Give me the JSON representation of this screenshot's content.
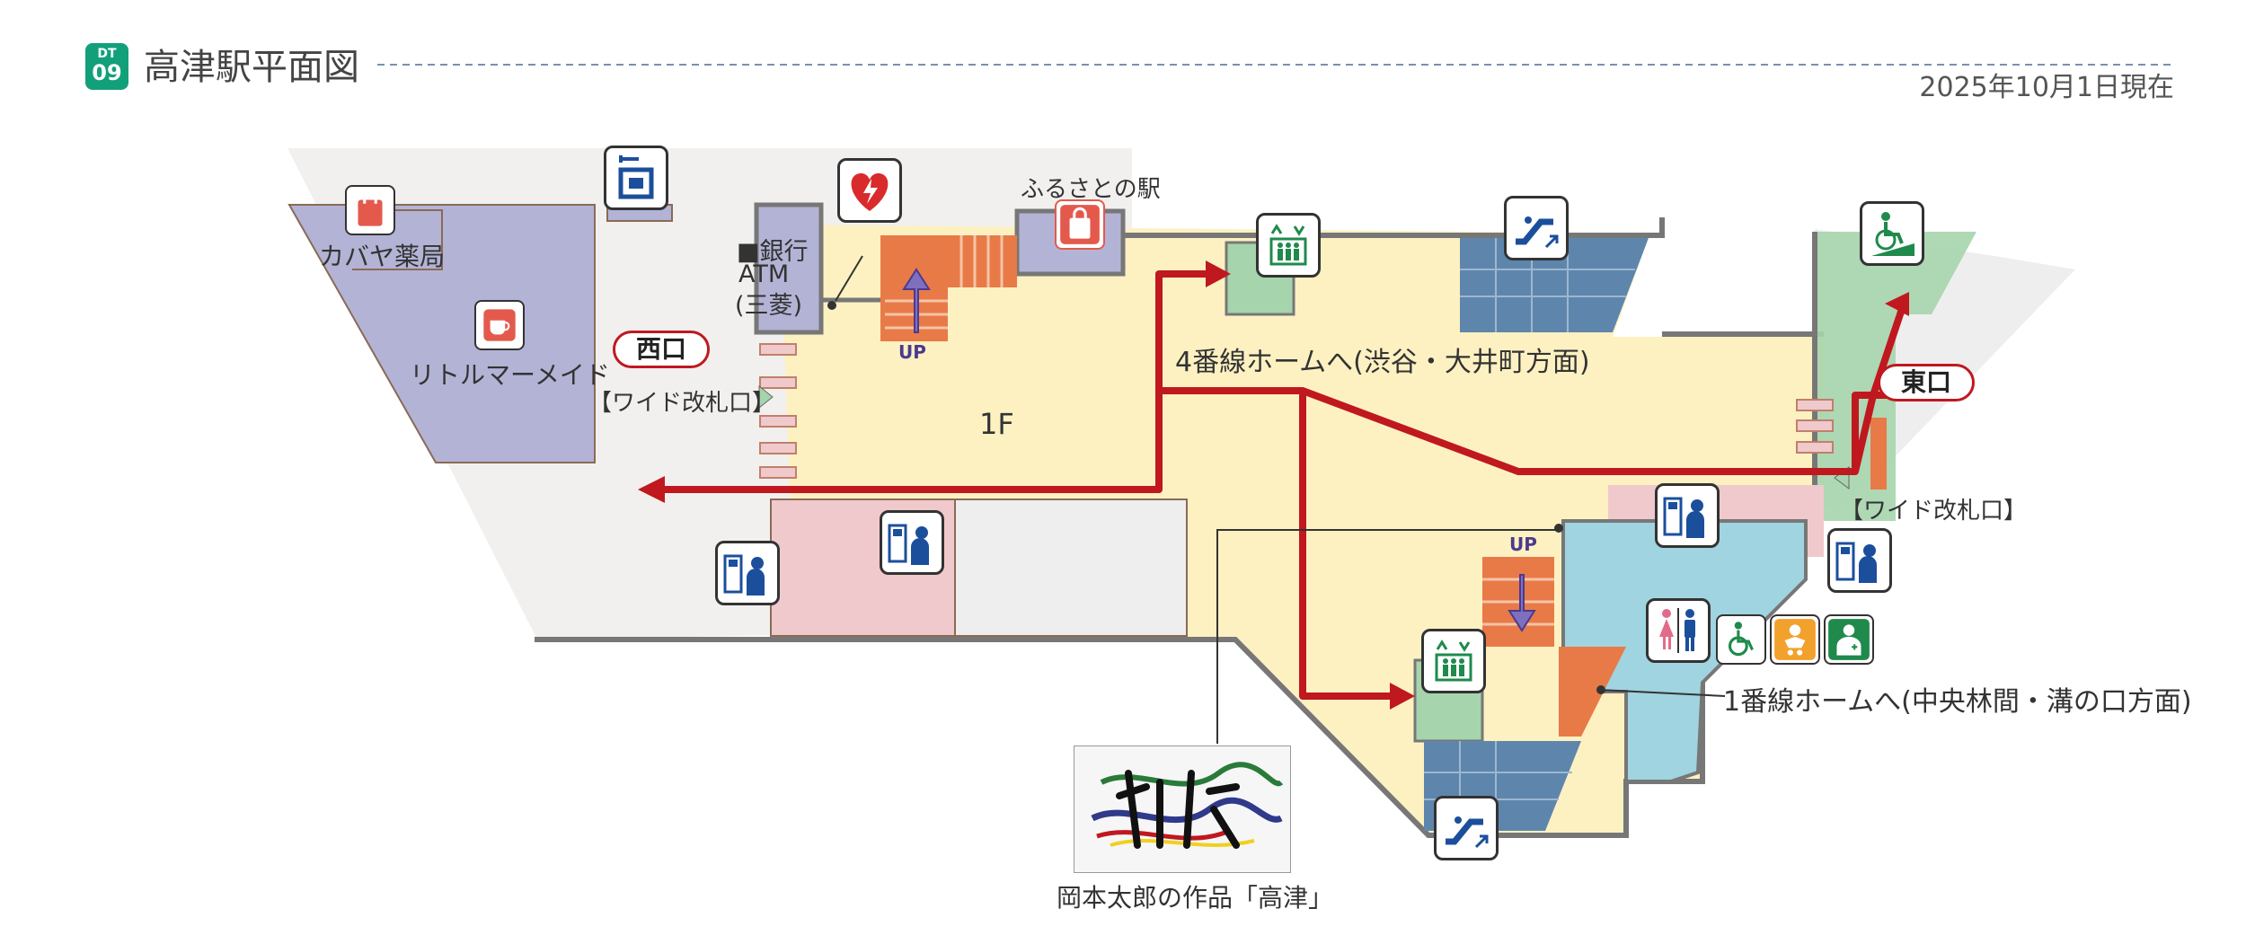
{
  "header": {
    "badge_line1": "DT",
    "badge_line2": "09",
    "title": "高津駅平面図",
    "date": "2025年10月1日現在"
  },
  "labels": {
    "kabaya": "カバヤ薬局",
    "little_mermaid": "リトルマーメイド",
    "bank_line1": "■銀行",
    "bank_line2": "ATM",
    "bank_line3": "(三菱)",
    "furusato": "ふるさとの駅",
    "west_exit": "西口",
    "east_exit": "東口",
    "wide_gate_west": "【ワイド改札口】",
    "wide_gate_east": "【ワイド改札口】",
    "floor": "1F",
    "up_north": "UP",
    "up_south": "UP",
    "platform4": "4番線ホームへ(渋谷・大井町方面)",
    "platform1": "1番線ホームへ(中央林間・溝の口方面)",
    "artwork_caption": "岡本太郎の作品「高津」"
  },
  "colors": {
    "brand": "#12a07a",
    "route_red": "#c0181f",
    "concourse": "#fdf1c2",
    "shop_blue": "#b3b3d6",
    "pink": "#f0c9cc",
    "toilet_blue": "#9fd4e0",
    "elevator_green": "#a6d4ad",
    "stairs_orange": "#e87a48",
    "escalator_blue": "#5e86ad"
  },
  "icons": {
    "shop_bag": "shopping-bag-icon",
    "cafe": "coffee-cup-icon",
    "locker": "coin-locker-icon",
    "aed": "aed-heart-icon",
    "elevator": "elevator-icon",
    "escalator": "escalator-icon",
    "ticket_machine": "ticket-machine-icon",
    "wheelchair_ramp": "wheelchair-slope-icon",
    "toilets": "restroom-icon",
    "accessible_toilet": "accessible-toilet-icon",
    "baby_care": "baby-care-icon",
    "first_aid": "first-aid-room-icon"
  }
}
